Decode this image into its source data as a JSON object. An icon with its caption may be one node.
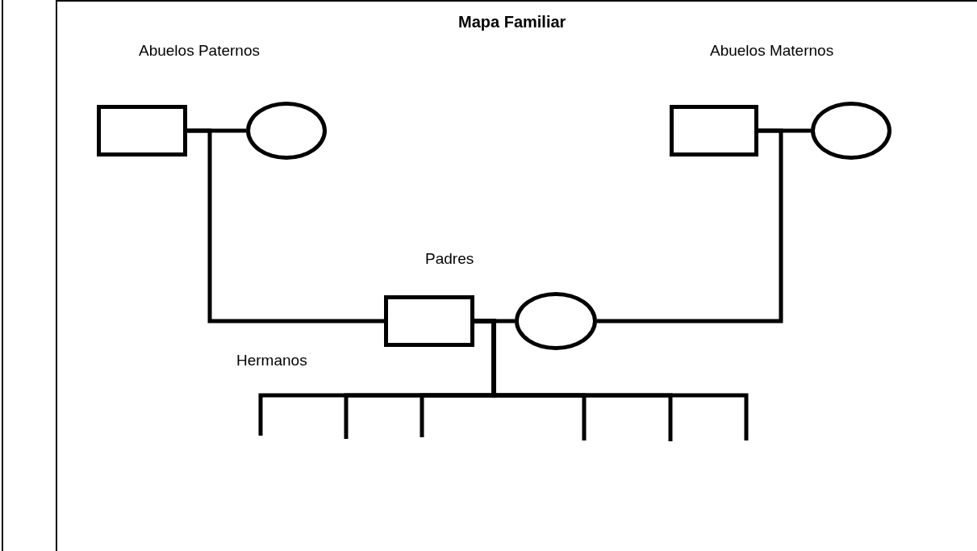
{
  "diagram": {
    "title": "Mapa Familiar",
    "nodes": [
      {
        "text": [],
        "shape": "box"
      },
      {
        "text": [],
        "shape": "circle"
      },
      {
        "text": [],
        "shape": "box"
      },
      {
        "text": [],
        "shape": "circle"
      },
      {
        "text": [],
        "shape": "box"
      },
      {
        "text": [],
        "shape": "circle"
      }
    ],
    "edges": [
      {
        "from": 0,
        "to": 1,
        "arrow": "none"
      },
      {
        "from": 2,
        "to": 3,
        "arrow": "none"
      },
      {
        "from": 4,
        "to": 5,
        "arrow": "none"
      },
      {
        "from": 0,
        "to": 4,
        "arrow": "none"
      },
      {
        "from": 2,
        "to": 5,
        "arrow": "none"
      },
      {
        "from": 4,
        "to": null,
        "arrow": "none"
      },
      {
        "from": 4,
        "to": null,
        "arrow": "none"
      },
      {
        "from": 4,
        "to": null,
        "arrow": "none"
      },
      {
        "from": 4,
        "to": null,
        "arrow": "none"
      },
      {
        "from": 4,
        "to": null,
        "arrow": "none"
      },
      {
        "from": 4,
        "to": null,
        "arrow": "none"
      }
    ],
    "labels": [
      "Abuelos Paternos",
      "Abuelos Maternos",
      "Padres",
      "Hermanos"
    ]
  }
}
